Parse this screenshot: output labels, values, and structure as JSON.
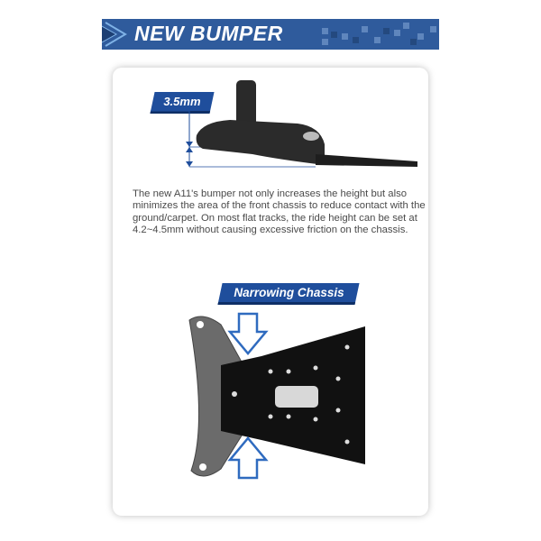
{
  "banner": {
    "title": "NEW BUMPER"
  },
  "bumper_figure": {
    "height_label": "3.5mm"
  },
  "description": "The new A11's bumper not only increases the height but also minimizes the area of the front chassis to reduce contact with the ground/carpet. On most flat tracks, the ride height can be set at 4.2~4.5mm without causing excessive friction on the chassis.",
  "chassis_figure": {
    "label": "Narrowing Chassis"
  },
  "colors": {
    "brand_blue": "#2f5b9c",
    "tag_blue": "#1f4e9c"
  }
}
